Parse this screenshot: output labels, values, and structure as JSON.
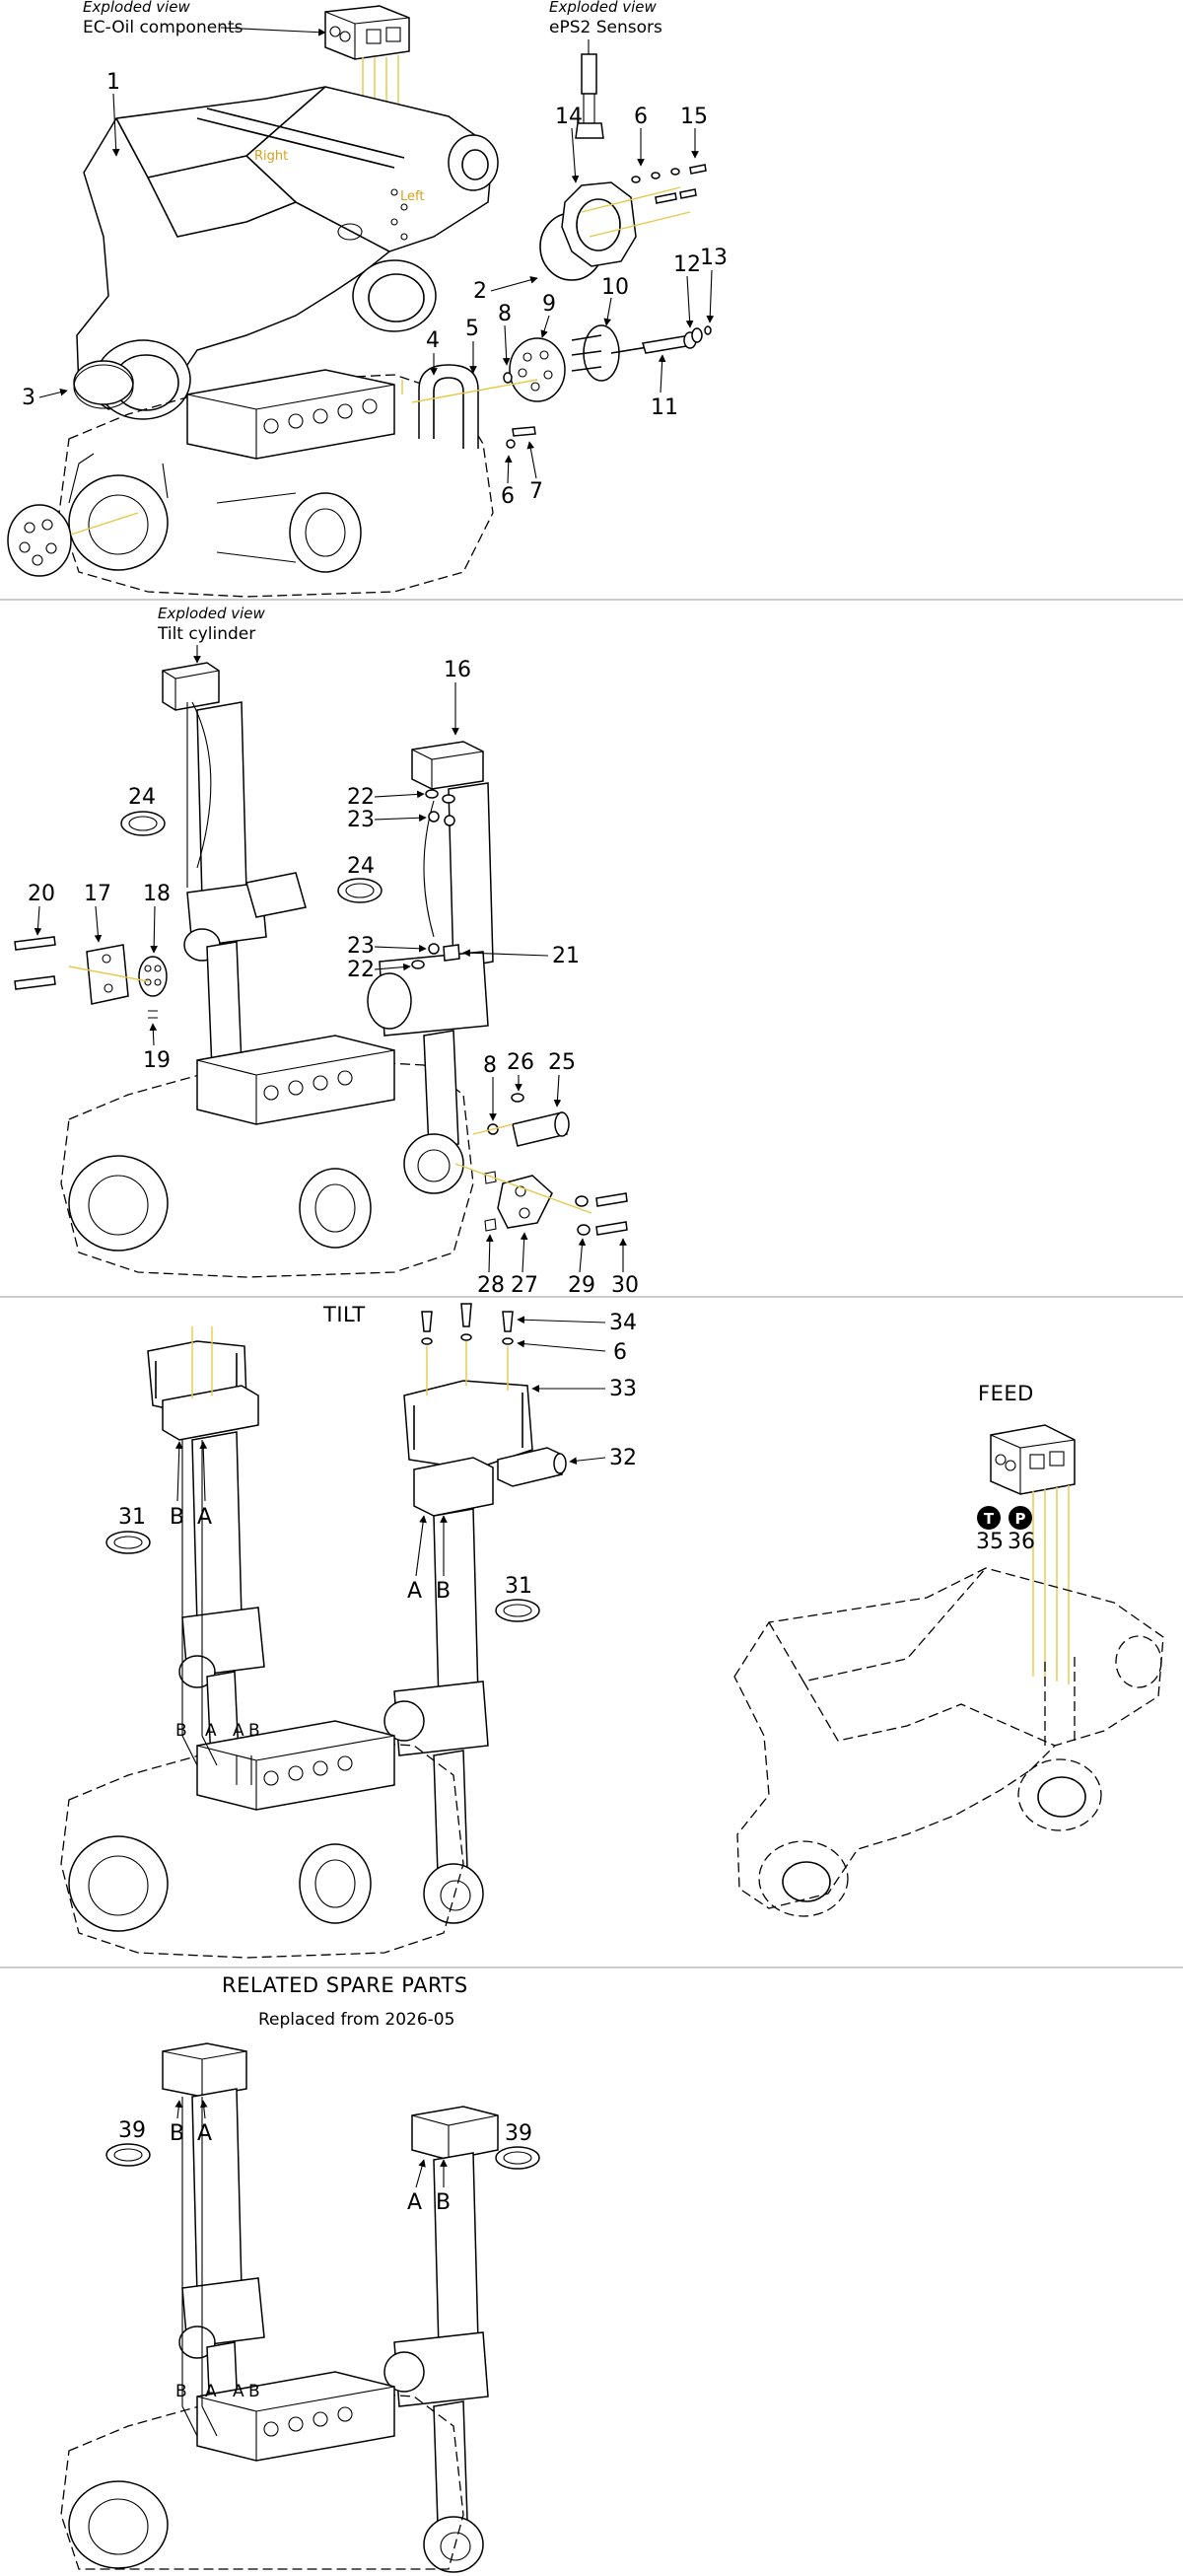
{
  "section1": {
    "ec_oil_caption": "Exploded view",
    "ec_oil_title": "EC-Oil components",
    "eps2_caption": "Exploded view",
    "eps2_title": "ePS2 Sensors",
    "frame_right_label": "Right",
    "frame_left_label": "Left",
    "callouts": [
      "1",
      "2",
      "3",
      "4",
      "5",
      "6",
      "6",
      "7",
      "8",
      "9",
      "10",
      "11",
      "12",
      "13",
      "14",
      "15"
    ]
  },
  "section2": {
    "tilt_caption": "Exploded view",
    "tilt_title": "Tilt cylinder",
    "callouts": [
      "16",
      "17",
      "18",
      "19",
      "20",
      "21",
      "22",
      "22",
      "23",
      "23",
      "24",
      "24",
      "25",
      "26",
      "27",
      "28",
      "29",
      "30",
      "8"
    ]
  },
  "section3": {
    "title": "TILT",
    "callouts": [
      "31",
      "31",
      "32",
      "33",
      "34",
      "6"
    ],
    "port_labels": [
      "B",
      "A",
      "A",
      "B",
      "B",
      "A",
      "A",
      "B"
    ]
  },
  "feed": {
    "title": "FEED",
    "port_t": "T",
    "port_p": "P",
    "callouts": [
      "35",
      "36"
    ]
  },
  "section4": {
    "title": "RELATED SPARE PARTS",
    "subtitle": "Replaced from 2026-05",
    "callouts": [
      "39",
      "39"
    ],
    "port_labels": [
      "B",
      "A",
      "A",
      "B",
      "B",
      "A",
      "A",
      "B"
    ]
  }
}
